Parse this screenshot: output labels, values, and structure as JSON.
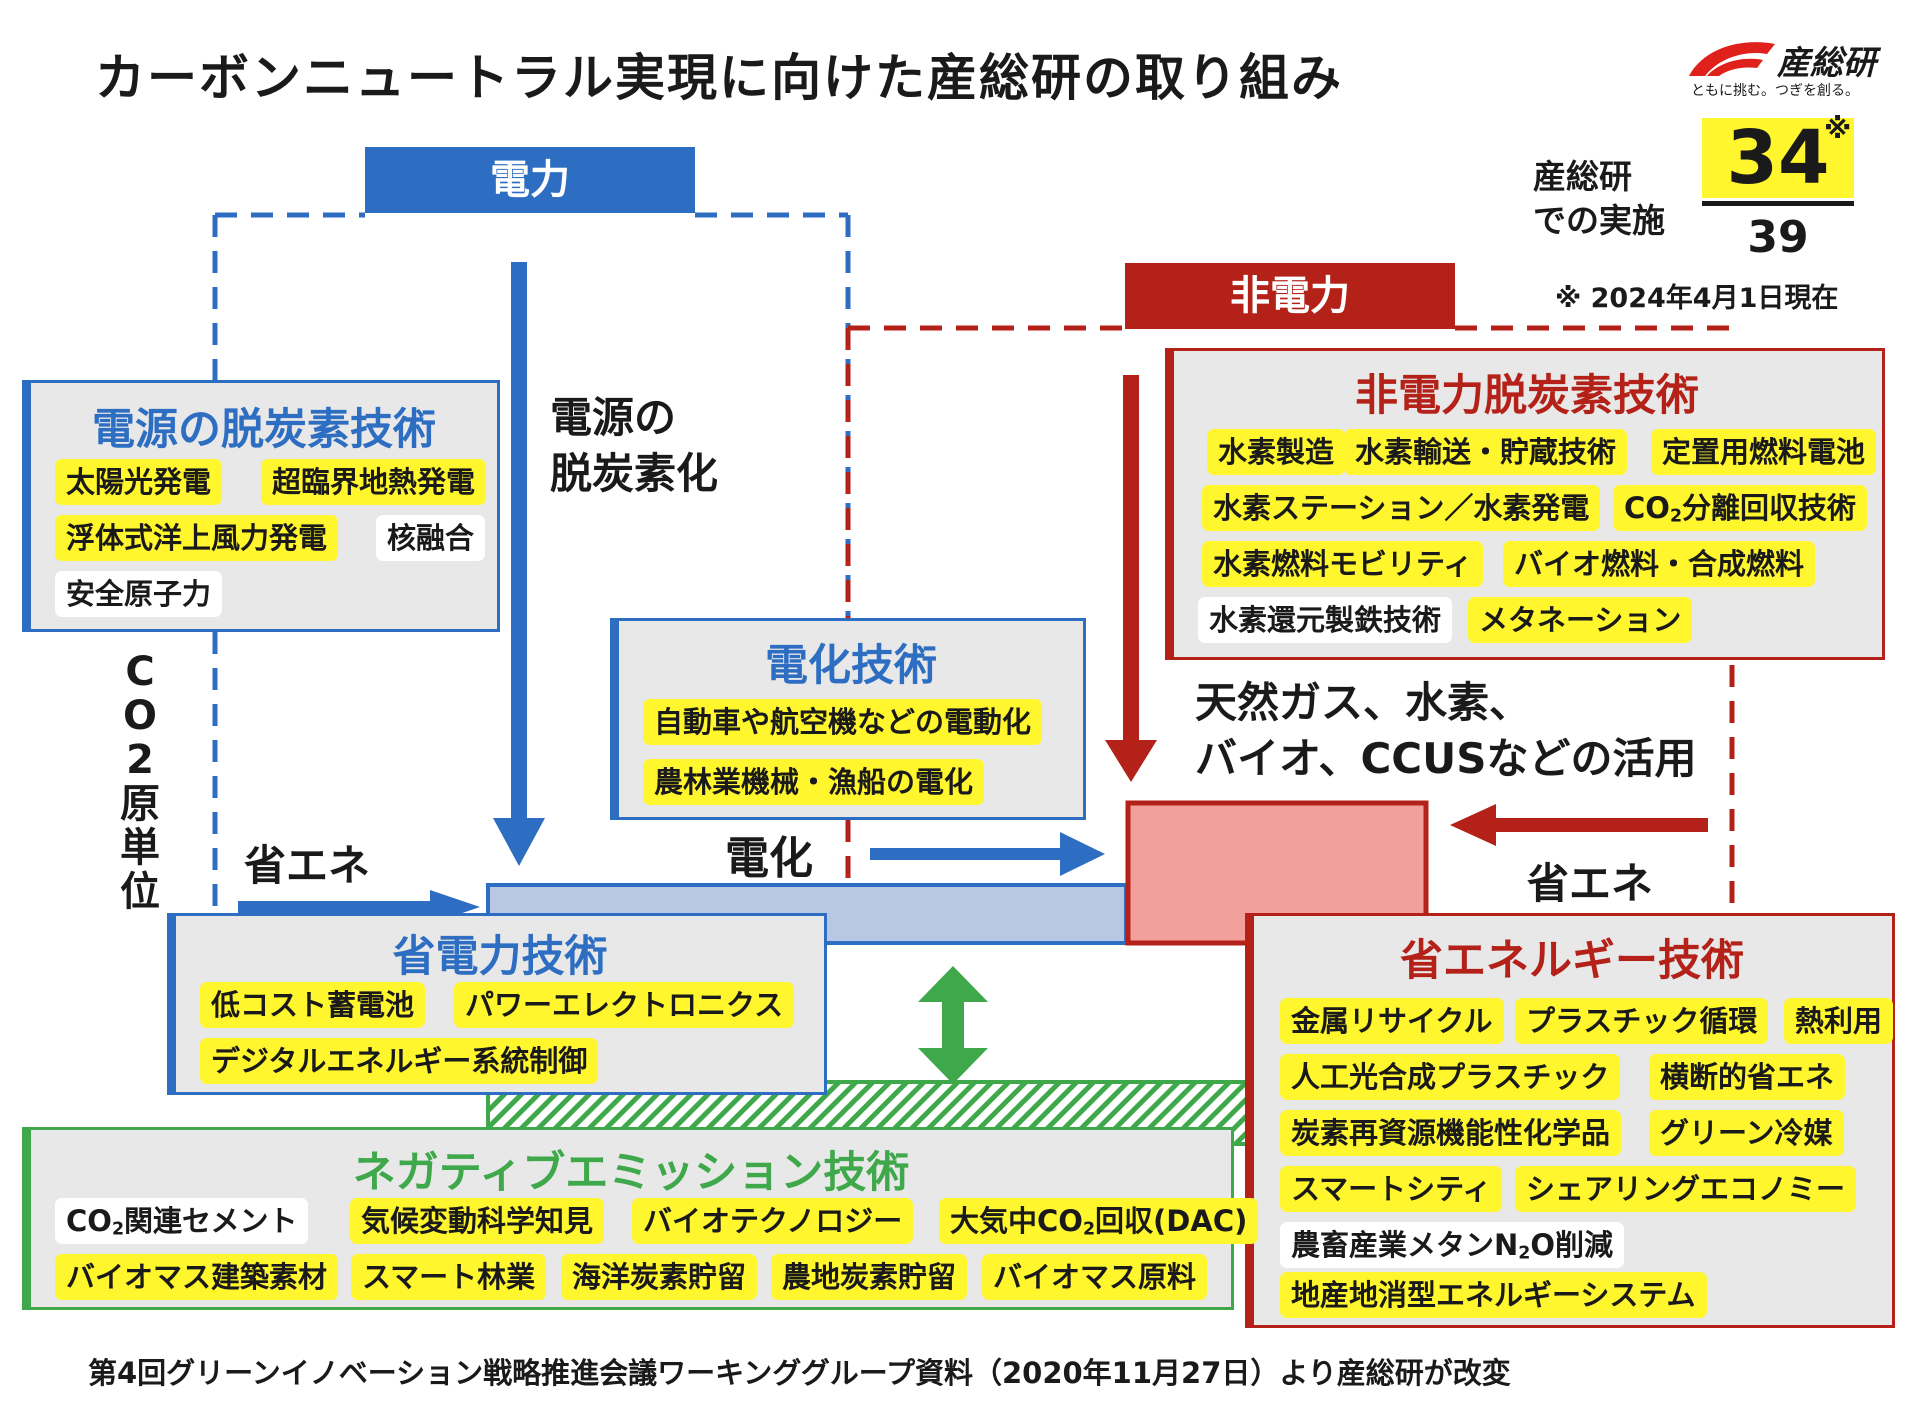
{
  "title": "カーボンニュートラル実現に向けた産総研の取り組み",
  "logo": {
    "name": "産総研",
    "tagline": "ともに挑む。つぎを創る。"
  },
  "stat": {
    "label_line1": "産総研",
    "label_line2": "での実施",
    "numerator": "34",
    "mark": "※",
    "denominator": "39",
    "note": "※ 2024年4月1日現在"
  },
  "headers": {
    "electric": "電力",
    "non_electric": "非電力"
  },
  "power_decarb": {
    "title": "電源の脱炭素技術",
    "items": [
      "太陽光発電",
      "超臨界地熱発電",
      "浮体式洋上風力発電",
      "核融合",
      "安全原子力"
    ]
  },
  "labels": {
    "power_decarbonization_line1": "電源の",
    "power_decarbonization_line2": "脱炭素化",
    "co2_vertical": [
      "C",
      "O",
      "2",
      "原",
      "単",
      "位"
    ],
    "energy_saving_left": "省エネ",
    "electrification": "電化",
    "energy_saving_right": "省エネ",
    "fuel_line1": "天然ガス、水素、",
    "fuel_line2": "バイオ、CCUSなどの活用"
  },
  "electrification_tech": {
    "title": "電化技術",
    "items": [
      "自動車や航空機などの電動化",
      "農林業機械・漁船の電化"
    ]
  },
  "non_electric_decarb": {
    "title": "非電力脱炭素技術",
    "items": [
      "水素製造",
      "水素輸送・貯蔵技術",
      "定置用燃料電池",
      "水素ステーション／水素発電",
      "CO2分離回収技術",
      "水素燃料モビリティ",
      "バイオ燃料・合成燃料",
      "水素還元製鉄技術",
      "メタネーション"
    ],
    "co2_prefix": "CO",
    "co2_sub": "2",
    "co2_suffix": "分離回収技術"
  },
  "power_saving": {
    "title": "省電力技術",
    "items": [
      "低コスト蓄電池",
      "パワーエレクトロニクス",
      "デジタルエネルギー系統制御"
    ]
  },
  "energy_saving_tech": {
    "title": "省エネルギー技術",
    "items": [
      "金属リサイクル",
      "プラスチック循環",
      "熱利用",
      "人工光合成プラスチック",
      "横断的省エネ",
      "炭素再資源機能性化学品",
      "グリーン冷媒",
      "スマートシティ",
      "シェアリングエコノミー",
      "農畜産業メタンN2O削減",
      "地産地消型エネルギーシステム"
    ],
    "n2o_prefix": "農畜産業メタンN",
    "n2o_sub": "2",
    "n2o_suffix": "O削減"
  },
  "negative_emission": {
    "title": "ネガティブエミッション技術",
    "items": [
      "CO2関連セメント",
      "気候変動科学知見",
      "バイオテクノロジー",
      "大気中CO2回収(DAC)",
      "バイオマス建築素材",
      "スマート林業",
      "海洋炭素貯留",
      "農地炭素貯留",
      "バイオマス原料"
    ],
    "cement_prefix": "CO",
    "cement_sub": "2",
    "cement_suffix": "関連セメント",
    "dac_prefix": "大気中CO",
    "dac_sub": "2",
    "dac_suffix": "回収(DAC)"
  },
  "footer": "第4回グリーンイノベーション戦略推進会議ワーキンググループ資料（2020年11月27日）より産総研が改変",
  "colors": {
    "blue": "#2e6ec2",
    "red": "#b42118",
    "green": "#3ea84a",
    "yellow": "#fff62e",
    "box_gray": "#e8e8e8"
  }
}
